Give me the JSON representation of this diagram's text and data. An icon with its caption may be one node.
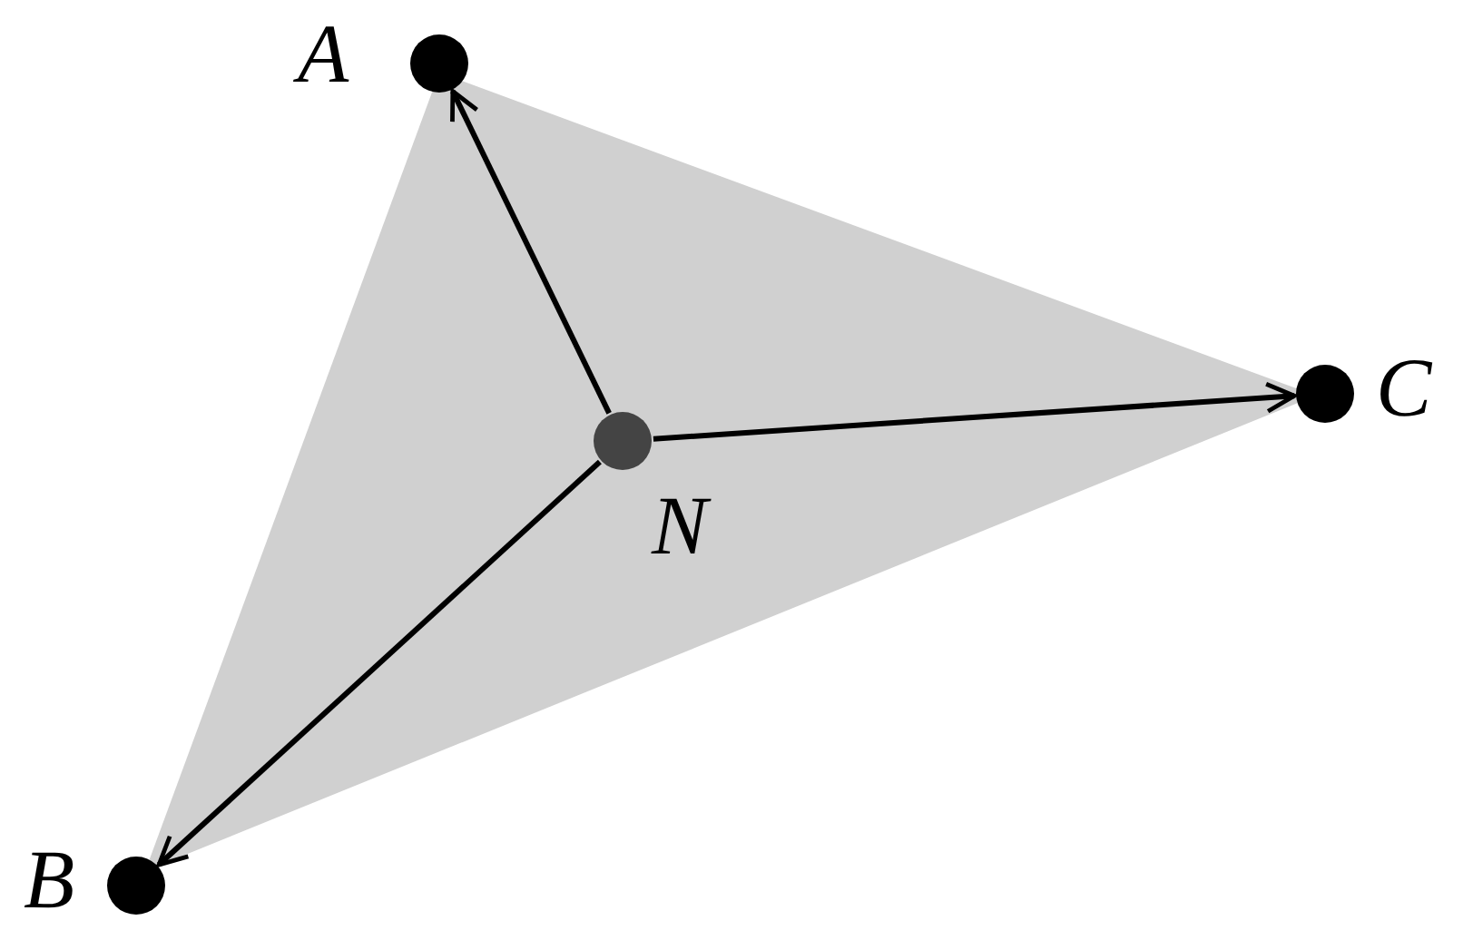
{
  "diagram": {
    "nodes": [
      {
        "text": [],
        "shape": "circle",
        "beside": [
          "A"
        ]
      },
      {
        "text": [],
        "shape": "circle",
        "beside": [
          "C"
        ]
      },
      {
        "text": [],
        "shape": "circle",
        "beside": [
          "N"
        ]
      },
      {
        "text": [],
        "shape": "circle",
        "beside": [
          "B"
        ]
      }
    ],
    "edges": [
      {
        "from": 2,
        "to": 0,
        "arrow": "to"
      },
      {
        "from": 2,
        "to": 1,
        "arrow": "to"
      },
      {
        "from": 2,
        "to": 3,
        "arrow": "to"
      }
    ]
  }
}
